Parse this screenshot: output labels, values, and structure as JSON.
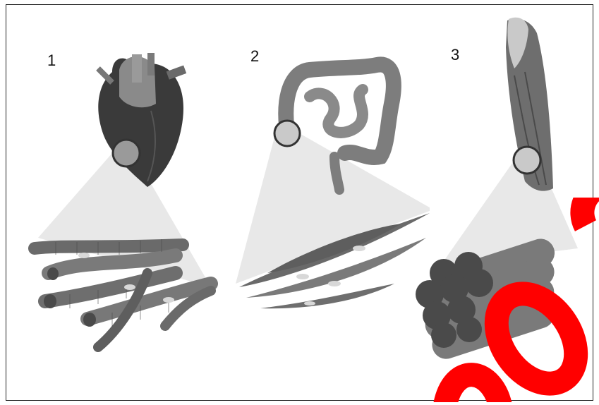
{
  "panels": [
    {
      "label": "1",
      "organ": "heart-icon",
      "tissue": "cardiac-muscle-fibers"
    },
    {
      "label": "2",
      "organ": "intestine-icon",
      "tissue": "smooth-muscle-cells"
    },
    {
      "label": "3",
      "organ": "limb-muscle-icon",
      "tissue": "skeletal-muscle-fibers"
    }
  ],
  "colors": {
    "dark": "#3a3a3a",
    "mid": "#7d7d7d",
    "light": "#b9b9b9",
    "cone": "#e7e7e7",
    "stamp": "#ff0000"
  }
}
